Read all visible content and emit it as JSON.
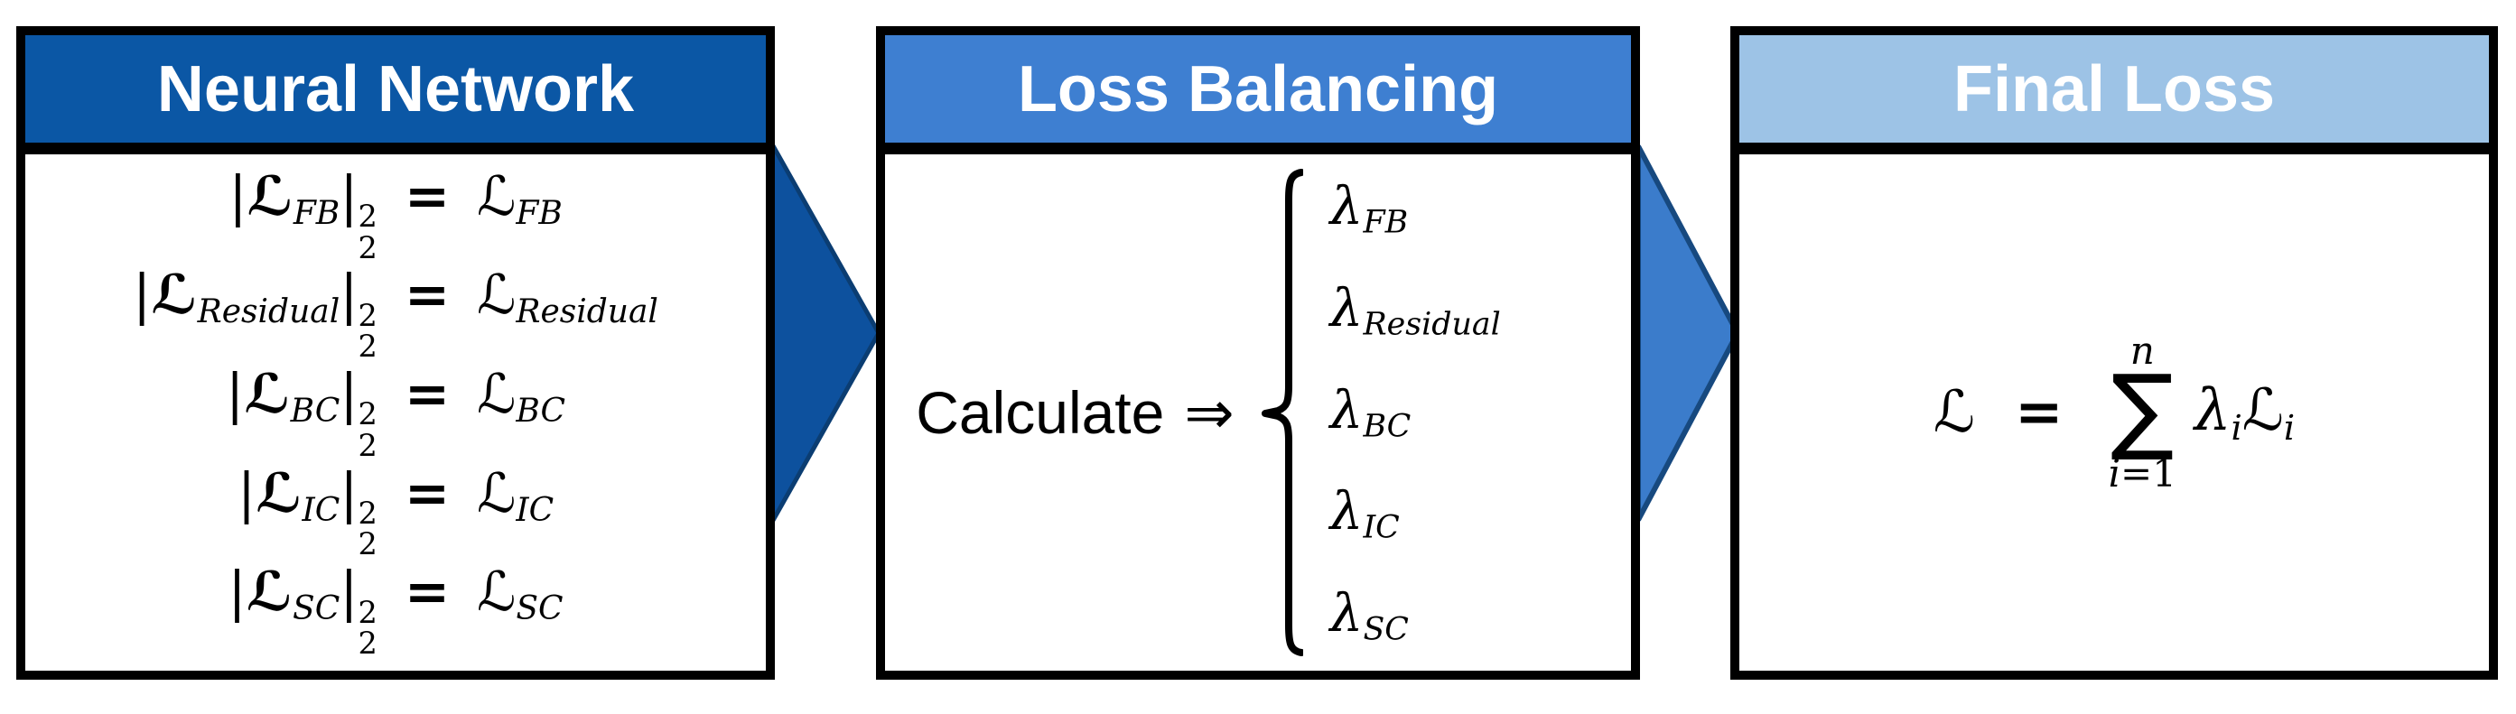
{
  "symbols": {
    "bar": "|",
    "script_l": "ℒ",
    "two": "2",
    "equals": "=",
    "lambda": "λ",
    "implies": "⇒",
    "sum": "∑",
    "n": "n",
    "i": "i",
    "one": "1"
  },
  "neural_network": {
    "title": "Neural Network",
    "loss_terms": [
      {
        "sub": "FB"
      },
      {
        "sub": "Residual"
      },
      {
        "sub": "BC"
      },
      {
        "sub": "IC"
      },
      {
        "sub": "SC"
      }
    ]
  },
  "loss_balancing": {
    "title": "Loss Balancing",
    "calculate_label": "Calculate",
    "lambda_terms": [
      {
        "sub": "FB"
      },
      {
        "sub": "Residual"
      },
      {
        "sub": "BC"
      },
      {
        "sub": "IC"
      },
      {
        "sub": "SC"
      }
    ]
  },
  "final_loss": {
    "title": "Final Loss"
  },
  "colors": {
    "header_dark_blue": "#0B57A5",
    "header_medium_blue": "#3E7FD1",
    "header_light_blue": "#9DC3E6",
    "title_text": "#FFFFFF",
    "box_border": "#000000",
    "arrow1_fill": "#0D519E",
    "arrow1_stroke": "#0B3D72",
    "arrow2_fill": "#3B7CCB",
    "arrow2_stroke": "#17497F"
  }
}
